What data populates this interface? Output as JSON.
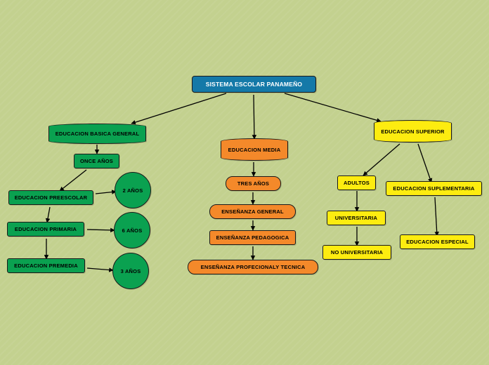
{
  "title": "SISTEMA ESCOLAR PANAMEÑO",
  "branches": {
    "basic": {
      "label": "EDUCACION BASICA GENERAL",
      "duration": "ONCE AÑOS",
      "levels": [
        {
          "label": "EDUCACION PREESCOLAR",
          "years": "2 AÑOS"
        },
        {
          "label": "EDUCACION PRIMARIA",
          "years": "6 AÑOS"
        },
        {
          "label": "EDUCACION PREMEDIA",
          "years": "3 AÑOS"
        }
      ]
    },
    "media": {
      "label": "EDUCACION MEDIA",
      "duration": "TRES AÑOS",
      "items": [
        "ENSEÑANZA GENERAL",
        "ENSEÑANZA PEDAGOGICA",
        "ENSEÑANZA PROFECIONALY TECNICA"
      ]
    },
    "superior": {
      "label": "EDUCACION SUPERIOR",
      "adults": "ADULTOS",
      "universitaria": "UNIVERSITARIA",
      "no_universitaria": "NO UNIVERSITARIA",
      "suplementaria": "EDUCACION SUPLEMENTARIA",
      "especial": "EDUCACION ESPECIAL"
    }
  },
  "colors": {
    "background": "#c3d18f",
    "root": "#1479a8",
    "basic_branch": "#0aa150",
    "media_branch": "#f4892a",
    "superior_branch": "#fdec10",
    "connector": "#000000"
  }
}
